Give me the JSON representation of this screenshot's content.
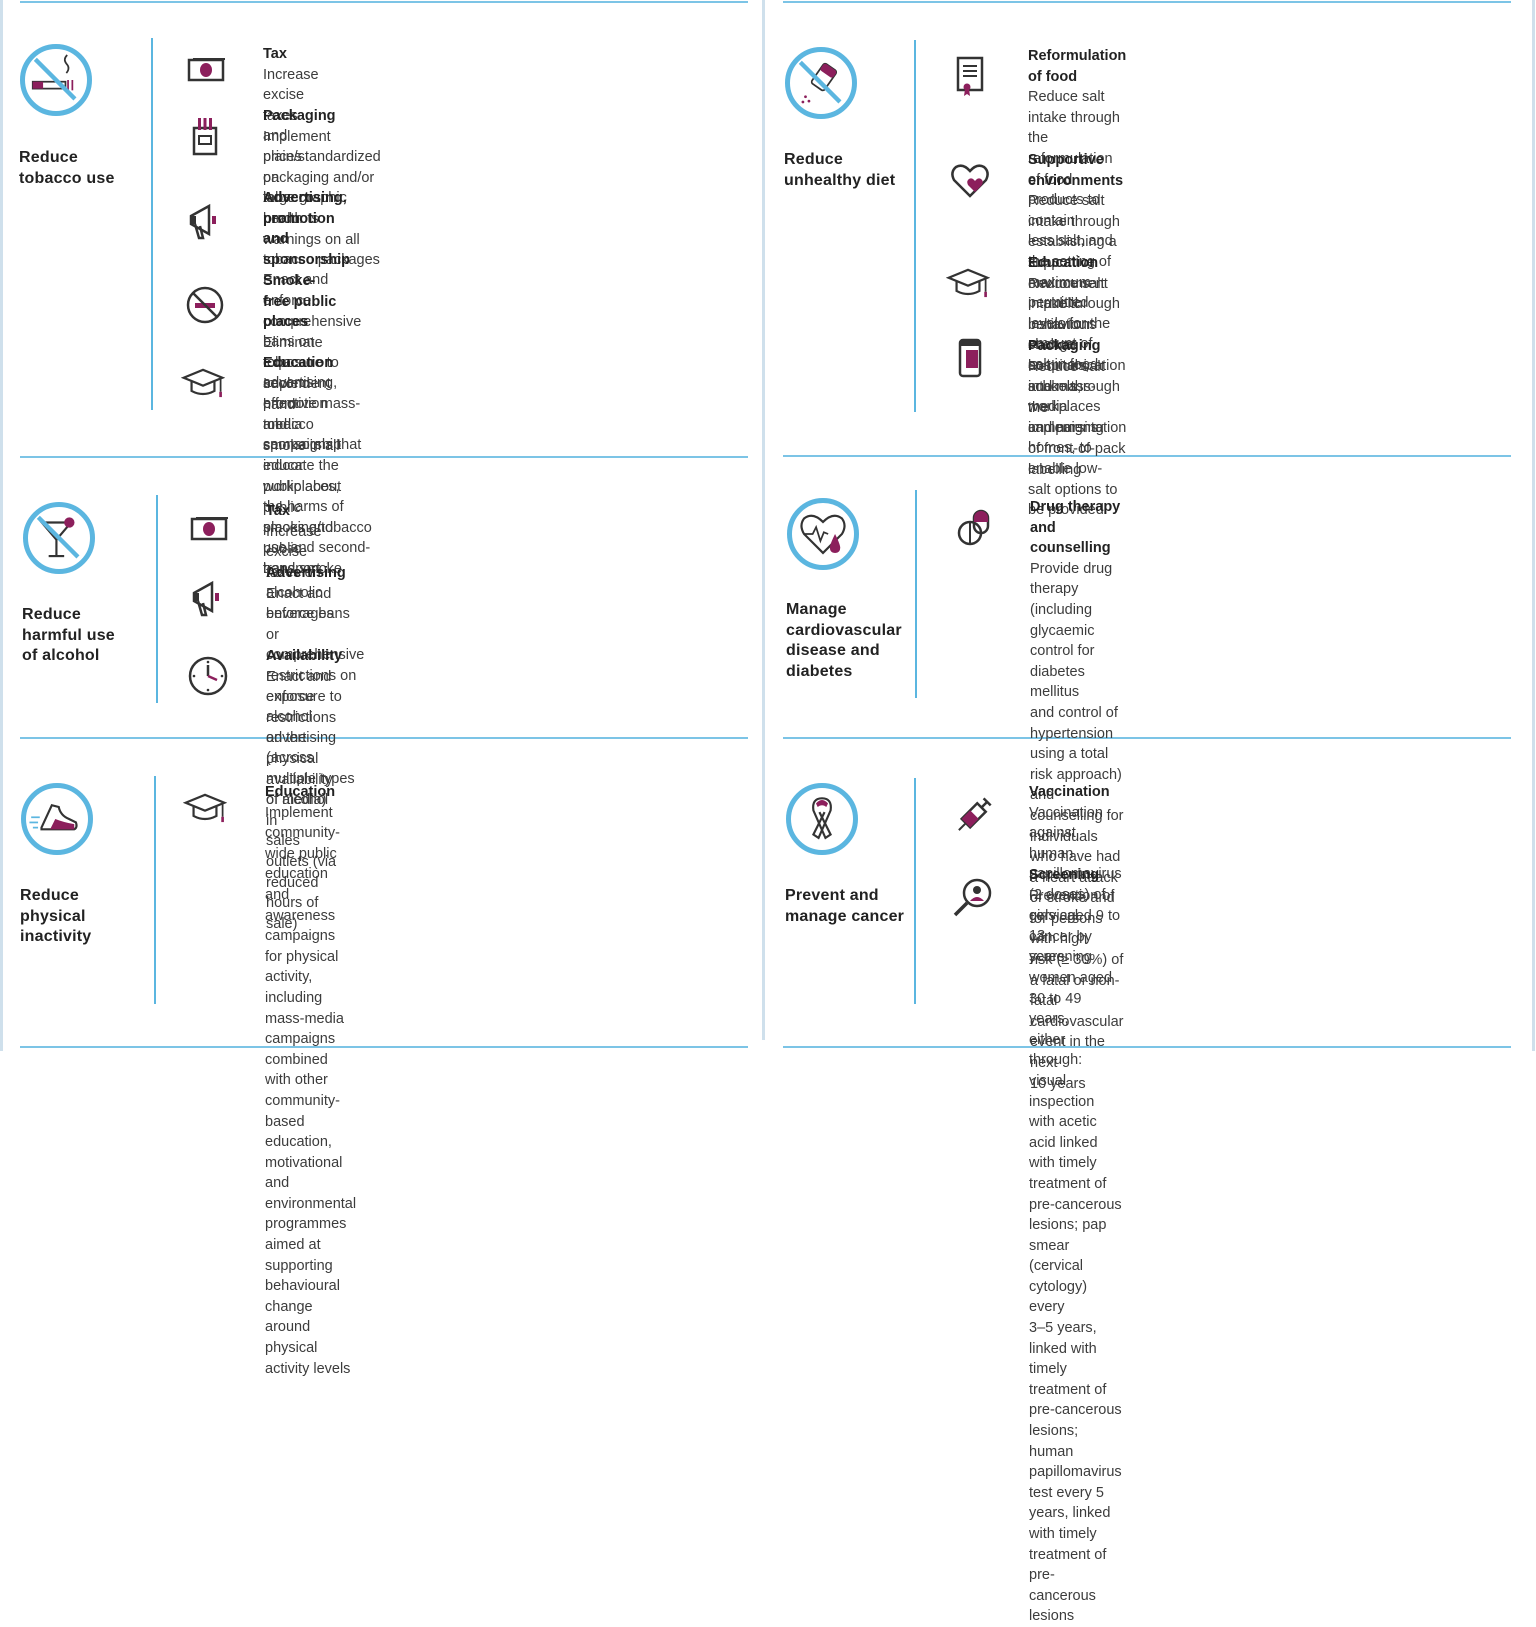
{
  "colors": {
    "accent_blue": "#5bb6e0",
    "accent_purple": "#8c1f5c",
    "text": "#3c3c3c"
  },
  "sections": {
    "tobacco": {
      "label": [
        "Reduce",
        "tobacco use"
      ],
      "icon": "no-smoking-icon",
      "items": [
        {
          "icon": "money-icon",
          "title": "Tax",
          "desc": [
            "Increase excise taxes and prices on tobacco products"
          ]
        },
        {
          "icon": "cigarette-pack-icon",
          "title": "Packaging",
          "desc": [
            "Implement plain/standardized packaging and/or large graphic health",
            "warnings on all tobacco packages"
          ]
        },
        {
          "icon": "megaphone-icon",
          "title": "Advertising, promotion and sponsorship",
          "desc": [
            "Enact and enforce comprehensive bans on tobacco advertising, promotion",
            "and sponsorship"
          ]
        },
        {
          "icon": "no-smoke-sign-icon",
          "title": "Smoke-free public places",
          "desc": [
            "Eliminate exposure to second-hand tobacco smoke in all indoor",
            "workplaces, public places and public transport"
          ]
        },
        {
          "icon": "graduation-cap-icon",
          "title": "Education",
          "desc": [
            "Implement effective mass-media campaigns that educate the public about",
            "the harms of smoking/tobacco use and second-hand smoke"
          ]
        }
      ]
    },
    "diet": {
      "label": [
        "Reduce",
        "unhealthy diet"
      ],
      "icon": "no-salt-icon",
      "items": [
        {
          "icon": "certificate-icon",
          "title": "Reformulation of food",
          "desc": [
            "Reduce salt intake through the reformulation of food products to contain",
            "less salt, and the setting of maximum permitted levels for the amount of",
            "salt in food"
          ]
        },
        {
          "icon": "hearts-icon",
          "title": "Supportive environments",
          "desc": [
            "Reduce salt intake through establishing a supportive environment in public",
            "institutions such as hospitals, schools, workplaces and nursing homes, to",
            "enable low-salt options to be provided"
          ]
        },
        {
          "icon": "graduation-cap-icon",
          "title": "Education",
          "desc": [
            "Reduce salt intake through behaviour change communication and mass-",
            "media campaigns"
          ]
        },
        {
          "icon": "food-package-icon",
          "title": "Packaging",
          "desc": [
            "Reduce salt intake through the implementation of front-of-pack labelling"
          ]
        }
      ]
    },
    "alcohol": {
      "label": [
        "Reduce",
        "harmful use",
        "of alcohol"
      ],
      "icon": "no-alcohol-icon",
      "items": [
        {
          "icon": "money-icon",
          "title": "Tax",
          "desc": [
            "Increase excise taxes on alcoholic beverages"
          ]
        },
        {
          "icon": "megaphone-icon",
          "title": "Advertising",
          "desc": [
            "Enact and enforce bans or comprehensive restrictions on exposure to",
            "alcohol advertising (across multiple types of media)"
          ]
        },
        {
          "icon": "clock-icon",
          "title": "Availability",
          "desc": [
            "Enact and enforce restrictions on the physical availability of alcohol in",
            "sales outlets (via reduced hours of sale)"
          ]
        }
      ]
    },
    "cardio": {
      "label": [
        "Manage",
        "cardiovascular",
        "disease and",
        "diabetes"
      ],
      "icon": "heart-pulse-icon",
      "items": [
        {
          "icon": "pills-icon",
          "title": "Drug therapy and counselling",
          "desc": [
            "Provide drug therapy (including glycaemic control for diabetes mellitus",
            "and control of hypertension using a total risk approach) and counselling for",
            "individuals who have had a heart attack or stroke and for persons with high",
            "risk (≥ 30%) of a fatal or non-fatal cardiovascular event in the next",
            "10 years"
          ]
        }
      ]
    },
    "physical": {
      "label": [
        "Reduce",
        "physical",
        "inactivity"
      ],
      "icon": "running-shoe-icon",
      "items": [
        {
          "icon": "graduation-cap-icon",
          "title": "Education",
          "desc": [
            "Implement community-wide public education and awareness campaigns",
            "for physical activity, including mass-media campaigns combined with other",
            "community-based education, motivational and environmental programmes",
            "aimed at supporting behavioural change around physical activity levels"
          ]
        }
      ]
    },
    "cancer": {
      "label": [
        "Prevent and",
        "manage cancer"
      ],
      "icon": "ribbon-icon",
      "items": [
        {
          "icon": "syringe-icon",
          "title": "Vaccination",
          "desc": [
            "Vaccination against human papillomavirus (2 doses) of girls aged 9 to 13",
            "years"
          ]
        },
        {
          "icon": "magnifier-person-icon",
          "title": "Screening",
          "desc": [
            "Prevention of cervical cancer by screening women aged 30 to 49 years,",
            "either through: visual inspection with acetic acid linked with timely",
            "treatment of pre-cancerous lesions; pap smear (cervical cytology) every",
            "3–5 years, linked with timely treatment of pre-cancerous lesions; human",
            "papillomavirus test every 5 years, linked with timely treatment of pre-",
            "cancerous lesions"
          ]
        }
      ]
    }
  }
}
